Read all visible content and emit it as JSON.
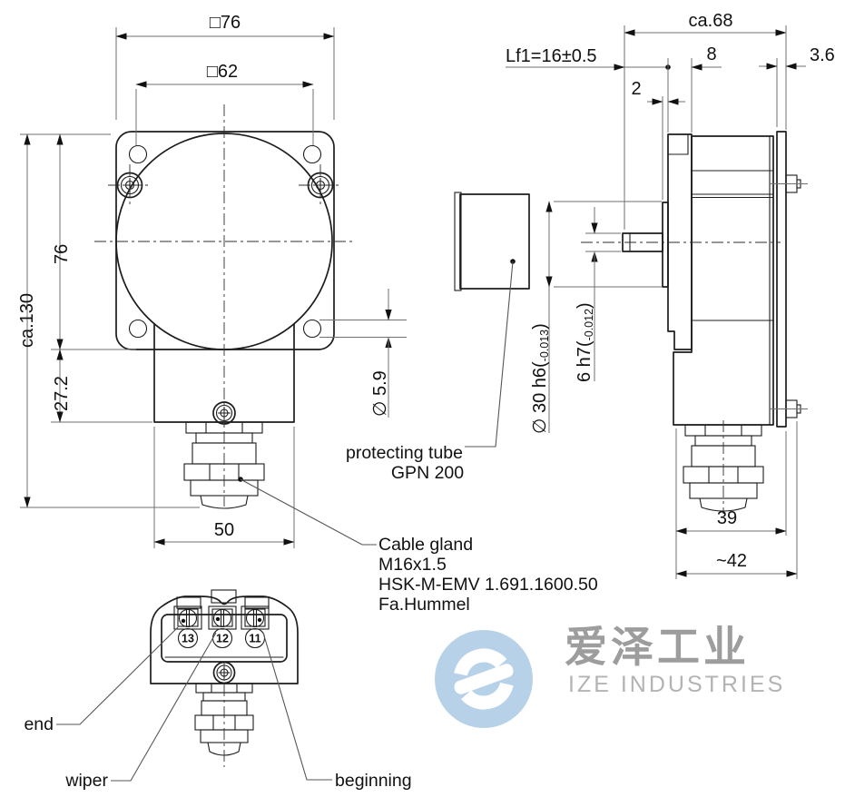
{
  "drawing": {
    "front": {
      "dim_outer_square": "□76",
      "dim_inner_square": "□62",
      "dim_total_height": "ca.130",
      "dim_flange_height": "76",
      "dim_lower_height": "27.2",
      "dim_hole_dia": "∅ 5.9",
      "dim_gland_width": "50"
    },
    "side": {
      "dim_depth": "ca.68",
      "dim_shaft_length": "Lf1=16±0.5",
      "dim_flange_thickness": "8",
      "dim_rear_thickness": "3.6",
      "dim_boss_thickness": "2",
      "dim_boss_dia_main": "∅ 30 h6(",
      "dim_boss_dia_tol": "-0.013",
      "dim_boss_dia_end": ")",
      "dim_shaft_dia_main": "6 h7(",
      "dim_shaft_dia_tol": "-0.012",
      "dim_shaft_dia_end": ")",
      "dim_body_width": "39",
      "dim_overall_width": "~42"
    },
    "annotations": {
      "protecting_tube_1": "protecting tube",
      "protecting_tube_2": "GPN 200",
      "cable_gland_1": "Cable gland",
      "cable_gland_2": "M16x1.5",
      "cable_gland_3": "HSK-M-EMV 1.691.1600.50",
      "cable_gland_4": "Fa.Hummel"
    },
    "bottom": {
      "terminal_1": "13",
      "terminal_2": "12",
      "terminal_3": "11",
      "label_end": "end",
      "label_wiper": "wiper",
      "label_beginning": "beginning"
    }
  },
  "watermark": {
    "cn": "爱泽工业",
    "en": "IZE INDUSTRIES",
    "circle_color": "#b7d1e8",
    "cn_color": "#9d9d9d",
    "en_color": "#b3b3b3"
  }
}
